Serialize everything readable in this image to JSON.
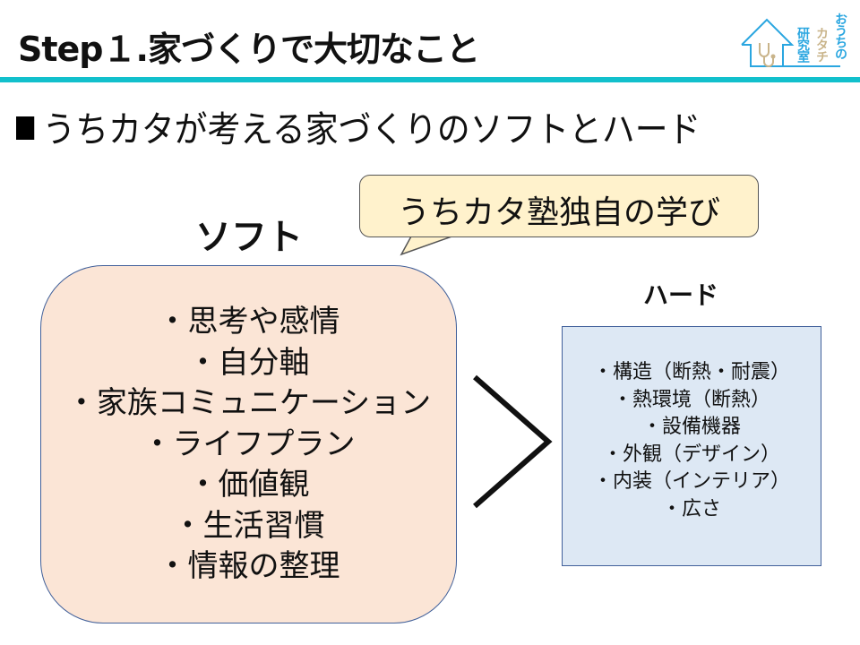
{
  "header": {
    "title": "Step１.家づくりで大切なこと",
    "accent_color": "#12c0cc"
  },
  "logo": {
    "icon": "house-stethoscope-icon",
    "columns": [
      "おうちの",
      "カタチ",
      "研究室"
    ],
    "blue": "#2aa6e0",
    "tan": "#c9b48a"
  },
  "subtitle": {
    "bullet_icon": "black-square-icon",
    "text": "うちカタが考える家づくりのソフトとハード"
  },
  "callout": {
    "text": "うちカタ塾独自の学び",
    "fill": "#fff2cc"
  },
  "soft": {
    "heading": "ソフト",
    "fill": "#fbe5d6",
    "items": [
      "・思考や感情",
      "・自分軸",
      "・家族コミュニケーション",
      "・ライフプラン",
      "・価値観",
      "・生活習慣",
      "・情報の整理"
    ]
  },
  "comparison": {
    "symbol": "greater-than-icon"
  },
  "hard": {
    "heading": "ハード",
    "fill": "#dde8f4",
    "items": [
      "・構造（断熱・耐震）",
      "・熱環境（断熱）",
      "・設備機器",
      "・外観（デザイン）",
      "・内装（インテリア）",
      "・広さ"
    ]
  }
}
